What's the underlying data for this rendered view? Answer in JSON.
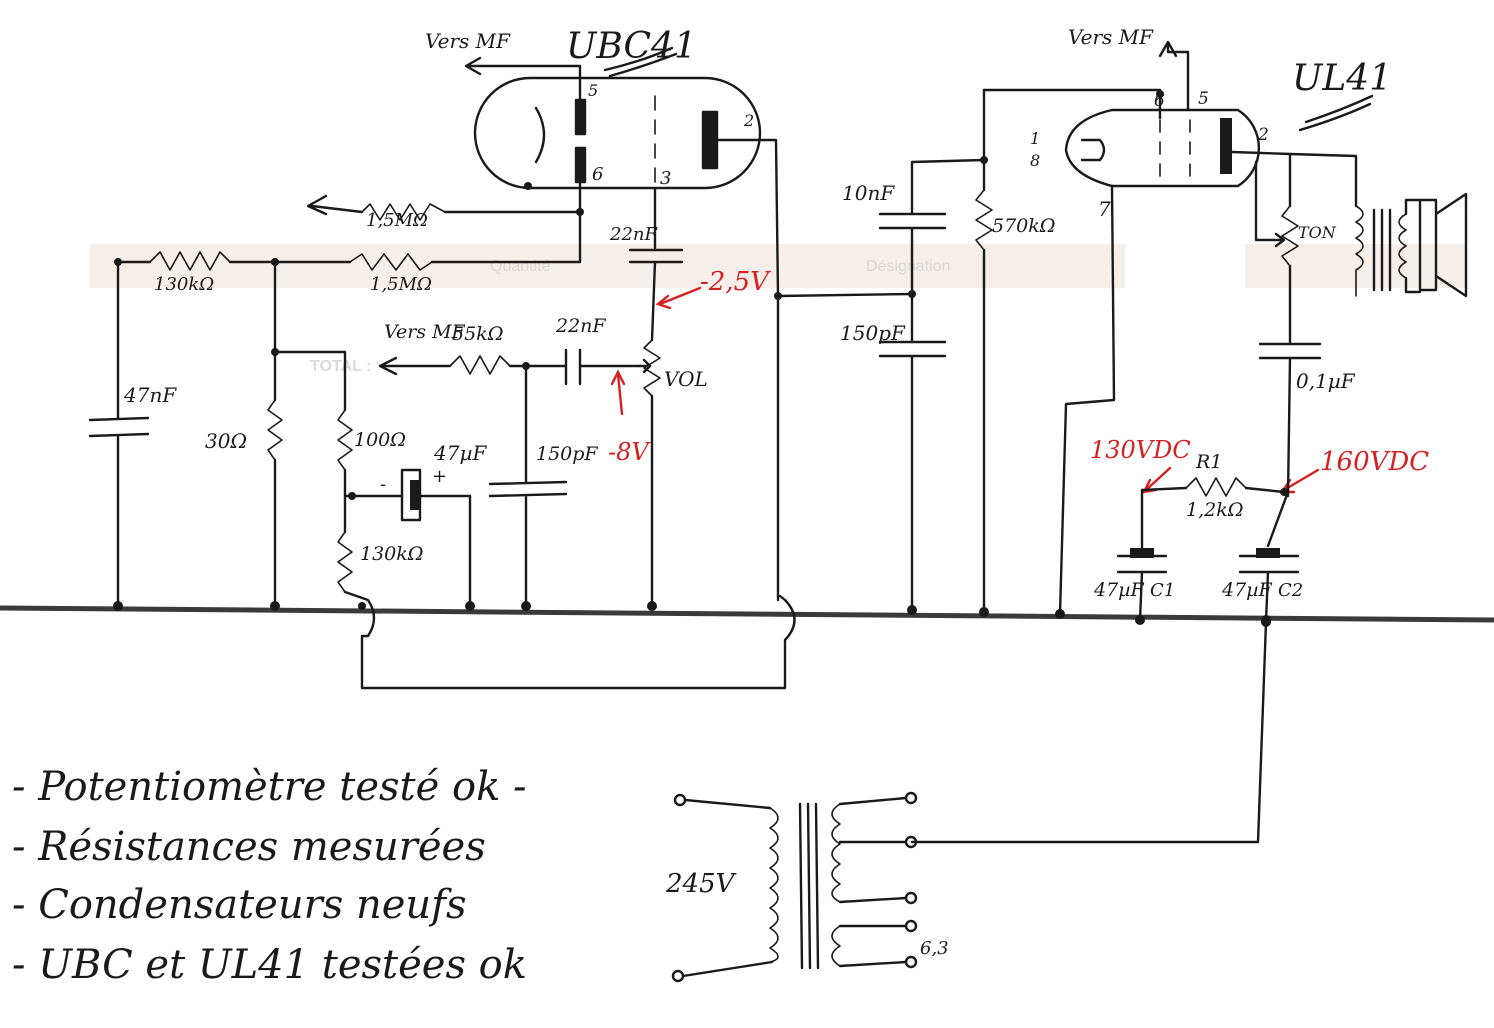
{
  "tubes": {
    "left": "UBC41",
    "right": "UL41"
  },
  "labels": {
    "vers_mf_1": "Vers MF",
    "vers_mf_2": "Vers MF",
    "vers_mf_3": "Vers MF",
    "r_1m5_a": "1,5MΩ",
    "r_1m5_b": "1,5MΩ",
    "r_130k": "130kΩ",
    "r_55k": "55kΩ",
    "r_100": "100Ω",
    "r_130k_b": "130kΩ",
    "r_30": "30Ω",
    "r_570k": "570kΩ",
    "r1_name": "R1",
    "r1_val": "1,2kΩ",
    "c_47nf": "47nF",
    "c_22nf_a": "22nF",
    "c_22nf_b": "22nF",
    "c_47uf": "47µF",
    "c_150pf_a": "150pF",
    "c_10nf": "10nF",
    "c_150pf_b": "150pF",
    "c_01uf": "0,1µF",
    "c1_val": "47µF",
    "c1_name": "C1",
    "c2_val": "47µF",
    "c2_name": "C2",
    "vol": "VOL",
    "ton": "TON",
    "tr_voltage": "245V",
    "tr_heater": "6,3",
    "pin_5a": "5",
    "pin_6a": "6",
    "pin_3a": "3",
    "pin_2a": "2",
    "pin_6b": "6",
    "pin_5b": "5",
    "pin_1b": "1",
    "pin_8b": "8",
    "pin_7b": "7",
    "pin_2b": "2",
    "plus": "+",
    "minus": "-"
  },
  "measurements": {
    "v_grid": "-2,5V",
    "v_vol": "-8V",
    "v_130": "130VDC",
    "v_160": "160VDC"
  },
  "notes": [
    "- Potentiomètre testé ok -",
    "- Résistances mesurées",
    "- Condensateurs neufs",
    "- UBC et UL41   testées ok"
  ],
  "background_form": {
    "col1": "Désignation",
    "col2": "Quantité",
    "total": "TOTAL :"
  },
  "colors": {
    "ink": "#1a1a1a",
    "annotation": "#d42020"
  }
}
